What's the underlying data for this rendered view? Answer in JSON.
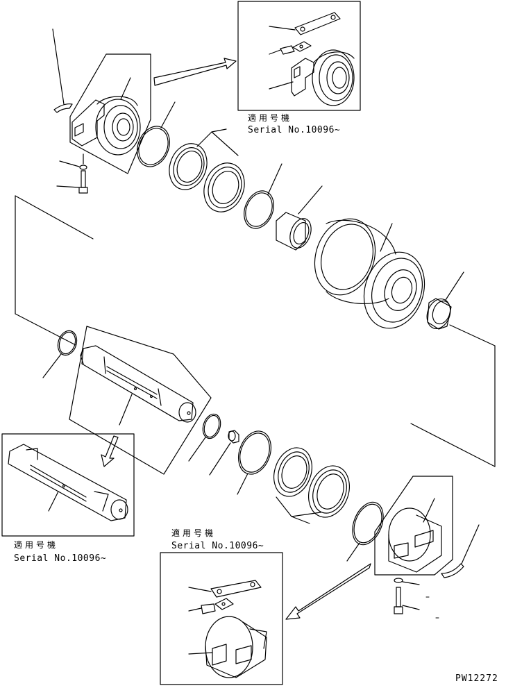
{
  "insets": {
    "top_right": {
      "applicable_label": "適用号機",
      "serial_label": "Serial No.10096~"
    },
    "left_shaft": {
      "applicable_label": "適用号機",
      "serial_label": "Serial No.10096~"
    },
    "bottom": {
      "applicable_label": "適用号機",
      "serial_label": "Serial No.10096~"
    }
  },
  "drawing_number": "PW12272"
}
